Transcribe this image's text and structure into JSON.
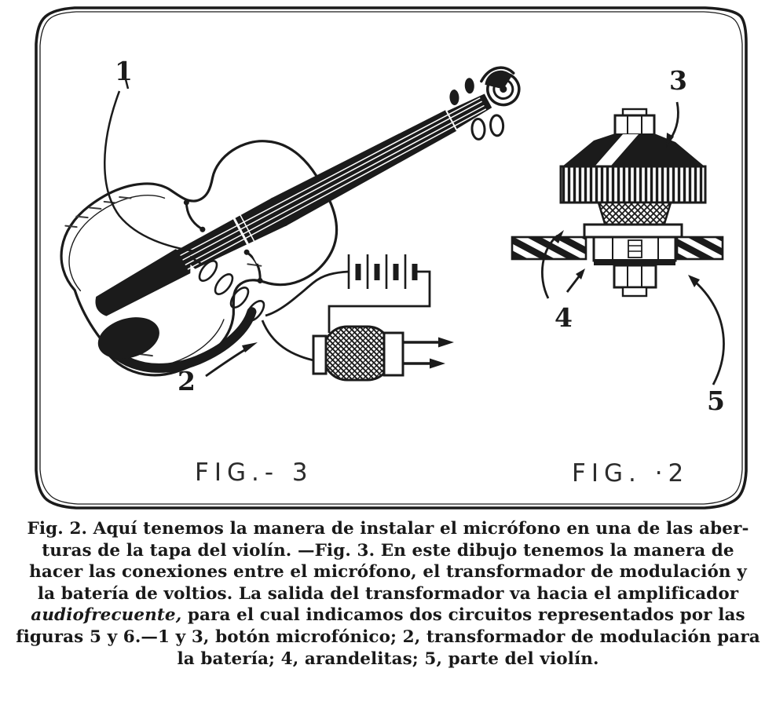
{
  "page": {
    "background": "#ffffff",
    "ink": "#1b1b1b"
  },
  "figure": {
    "fig3_label": "FIG.- 3",
    "fig2_label": "FIG. ·2",
    "callout_1": "1",
    "callout_2": "2",
    "callout_3": "3",
    "callout_4": "4",
    "callout_5": "5"
  },
  "caption": {
    "line1": "Fig. 2. Aquí tenemos la manera de instalar el micrófono en una de las aber-",
    "line2": "turas de la tapa del violín. —Fig. 3. En este dibujo tenemos la manera de",
    "line3": "hacer las conexiones entre el micrófono, el transformador de modulación y",
    "line4": "la batería de voltios. La salida del transformador va hacia el amplificador",
    "line5_italic": "audiofrecuente,",
    "line5_rest": " para el cual indicamos dos circuitos representados por las",
    "line6": "figuras 5 y 6.—1 y 3, botón microfónico; 2, transformador de modulación para",
    "line7": "la batería; 4, arandelitas; 5, parte del violín."
  }
}
